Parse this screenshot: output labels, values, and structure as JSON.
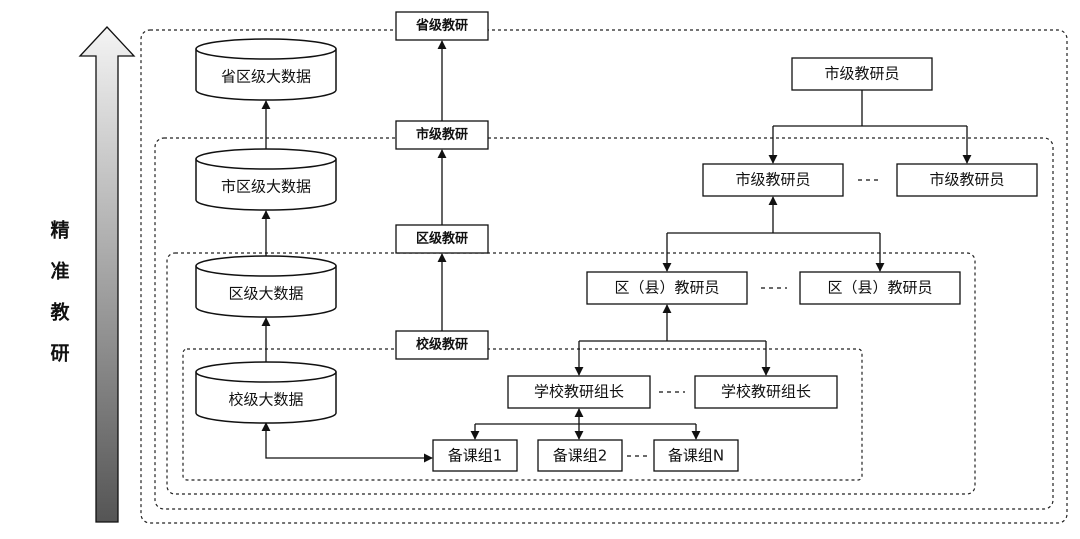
{
  "levels": {
    "province": "省级教研",
    "city": "市级教研",
    "district": "区级教研",
    "school": "校级教研"
  },
  "databases": {
    "province": "省区级大数据",
    "city": "市区级大数据",
    "district": "区级大数据",
    "school": "校级大数据"
  },
  "roles": {
    "city_top": "市级教研员",
    "city_left": "市级教研员",
    "city_right": "市级教研员",
    "district_left": "区（县）教研员",
    "district_right": "区（县）教研员",
    "school_left": "学校教研组长",
    "school_right": "学校教研组长",
    "group_1": "备课组1",
    "group_2": "备课组2",
    "group_n": "备课组N"
  },
  "side_label": [
    "精",
    "准",
    "教",
    "研"
  ],
  "colors": {
    "arrow_top": "#f4f4f4",
    "arrow_bottom": "#555555",
    "line": "#111111"
  }
}
